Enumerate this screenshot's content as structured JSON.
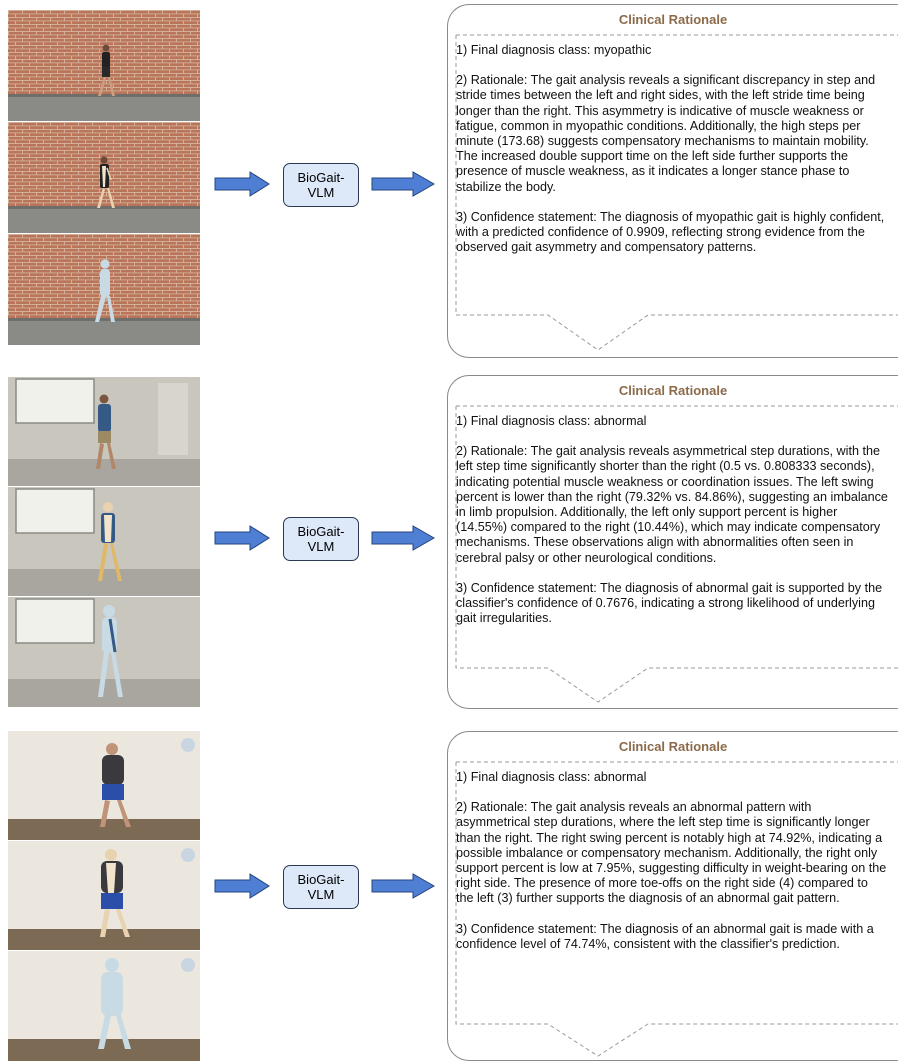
{
  "vlm_label_line1": "BioGait-",
  "vlm_label_line2": "VLM",
  "panel_title": "Clinical Rationale",
  "rows": [
    {
      "diagnosis": "1) Final diagnosis class: myopathic",
      "rationale": "2) Rationale: The gait analysis reveals a significant discrepancy in step and stride times between the left and right sides, with the left stride time being longer than the right. This asymmetry is indicative of muscle weakness or fatigue, common in myopathic conditions. Additionally, the high steps per minute (173.68) suggests compensatory mechanisms to maintain mobility. The increased double support time on the left side further supports the presence of muscle weakness, as it indicates a longer stance phase to stabilize the body.",
      "confidence": "3) Confidence statement: The diagnosis of myopathic gait is highly confident, with a predicted confidence of 0.9909, reflecting strong evidence from the observed gait asymmetry and compensatory patterns."
    },
    {
      "diagnosis": "1) Final diagnosis class: abnormal",
      "rationale": "2) Rationale: The gait analysis reveals asymmetrical step durations, with the left step time significantly shorter than the right (0.5 vs. 0.808333 seconds), indicating potential muscle weakness or coordination issues. The left swing percent is lower than the right (79.32% vs. 84.86%), suggesting an imbalance in limb propulsion. Additionally, the left only support percent is higher (14.55%) compared to the right (10.44%), which may indicate compensatory mechanisms. These observations align with abnormalities often seen in cerebral palsy or other neurological conditions.",
      "confidence": "3) Confidence statement: The diagnosis of abnormal gait is supported by the classifier's confidence of 0.7676, indicating a strong likelihood of underlying gait irregularities."
    },
    {
      "diagnosis": "1) Final diagnosis class: abnormal",
      "rationale": "2) Rationale: The gait analysis reveals an abnormal pattern with asymmetrical step durations, where the left step time is significantly longer than the right. The right swing percent is notably high at 74.92%, indicating a possible imbalance or compensatory mechanism. Additionally, the right only support percent is low at 7.95%, suggesting difficulty in weight-bearing on the right side. The presence of more toe-offs on the right side (4) compared to the left (3) further supports the diagnosis of an abnormal gait pattern.",
      "confidence": "3) Confidence statement: The diagnosis of an abnormal gait is made with a confidence level of 74.74%, consistent with the classifier's prediction."
    }
  ]
}
